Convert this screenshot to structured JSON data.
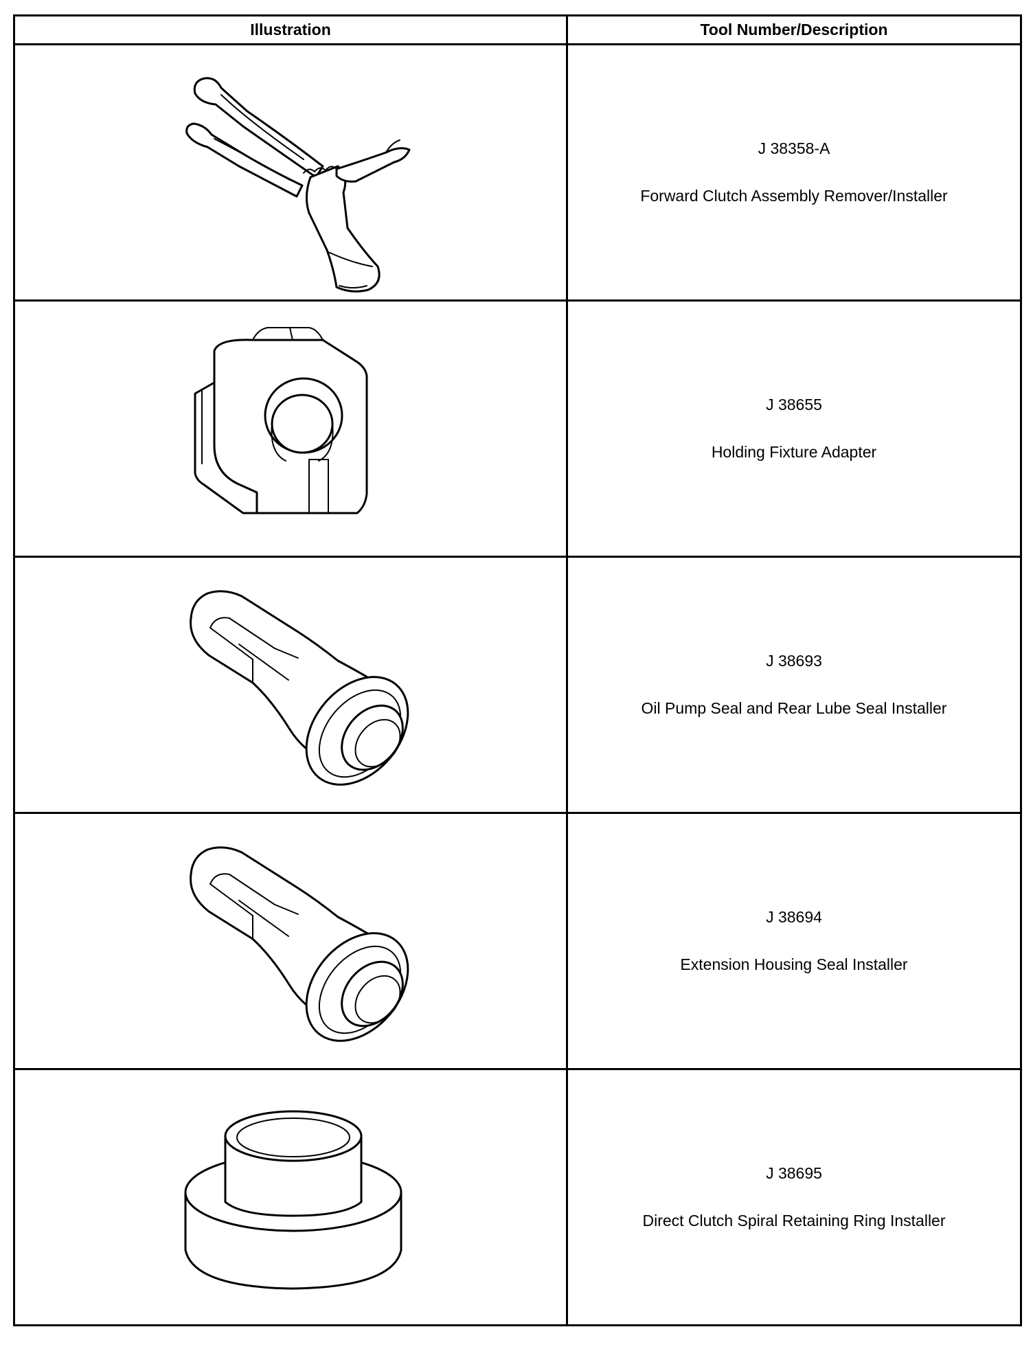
{
  "table": {
    "headers": {
      "illustration": "Illustration",
      "tool": "Tool Number/Description"
    },
    "rows": [
      {
        "tool_number": "J 38358-A",
        "description": "Forward Clutch Assembly Remover/Installer",
        "icon": "clutch-remover-pliers-icon"
      },
      {
        "tool_number": "J 38655",
        "description": "Holding Fixture Adapter",
        "icon": "holding-fixture-adapter-icon"
      },
      {
        "tool_number": "J 38693",
        "description": "Oil Pump Seal and Rear Lube Seal Installer",
        "icon": "seal-installer-icon"
      },
      {
        "tool_number": "J 38694",
        "description": "Extension Housing Seal Installer",
        "icon": "seal-installer-icon"
      },
      {
        "tool_number": "J 38695",
        "description": "Direct Clutch Spiral Retaining Ring Installer",
        "icon": "ring-installer-icon"
      }
    ]
  }
}
